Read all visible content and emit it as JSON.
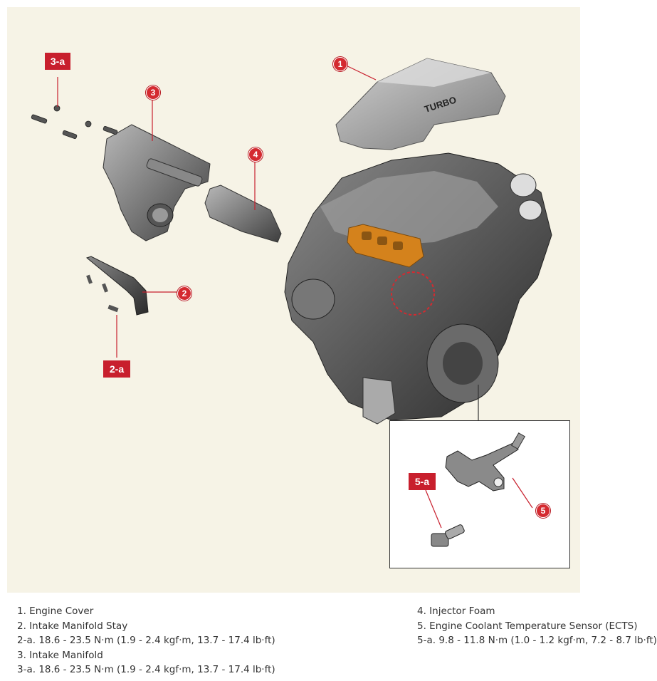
{
  "tags": {
    "t3a": "3-a",
    "t2a": "2-a",
    "t5a": "5-a"
  },
  "numbers": {
    "n1": "1",
    "n2": "2",
    "n3": "3",
    "n4": "4",
    "n5": "5"
  },
  "engine_cover_text": "TURBO",
  "legend_left": [
    "1. Engine Cover",
    "2. Intake Manifold Stay",
    "2-a. 18.6 - 23.5 N·m (1.9 - 2.4 kgf·m, 13.7 - 17.4 lb·ft)",
    "3. Intake Manifold",
    "3-a. 18.6 - 23.5 N·m (1.9 - 2.4 kgf·m, 13.7 - 17.4 lb·ft)"
  ],
  "legend_right": [
    "4. Injector Foam",
    "5. Engine Coolant Temperature Sensor (ECTS)",
    "5-a. 9.8 - 11.8 N·m (1.0 - 1.2 kgf·m, 7.2 - 8.7 lb·ft)"
  ],
  "colors": {
    "background": "#f6f3e6",
    "callout_red": "#c81f2d",
    "gasket_orange": "#d4821c"
  }
}
